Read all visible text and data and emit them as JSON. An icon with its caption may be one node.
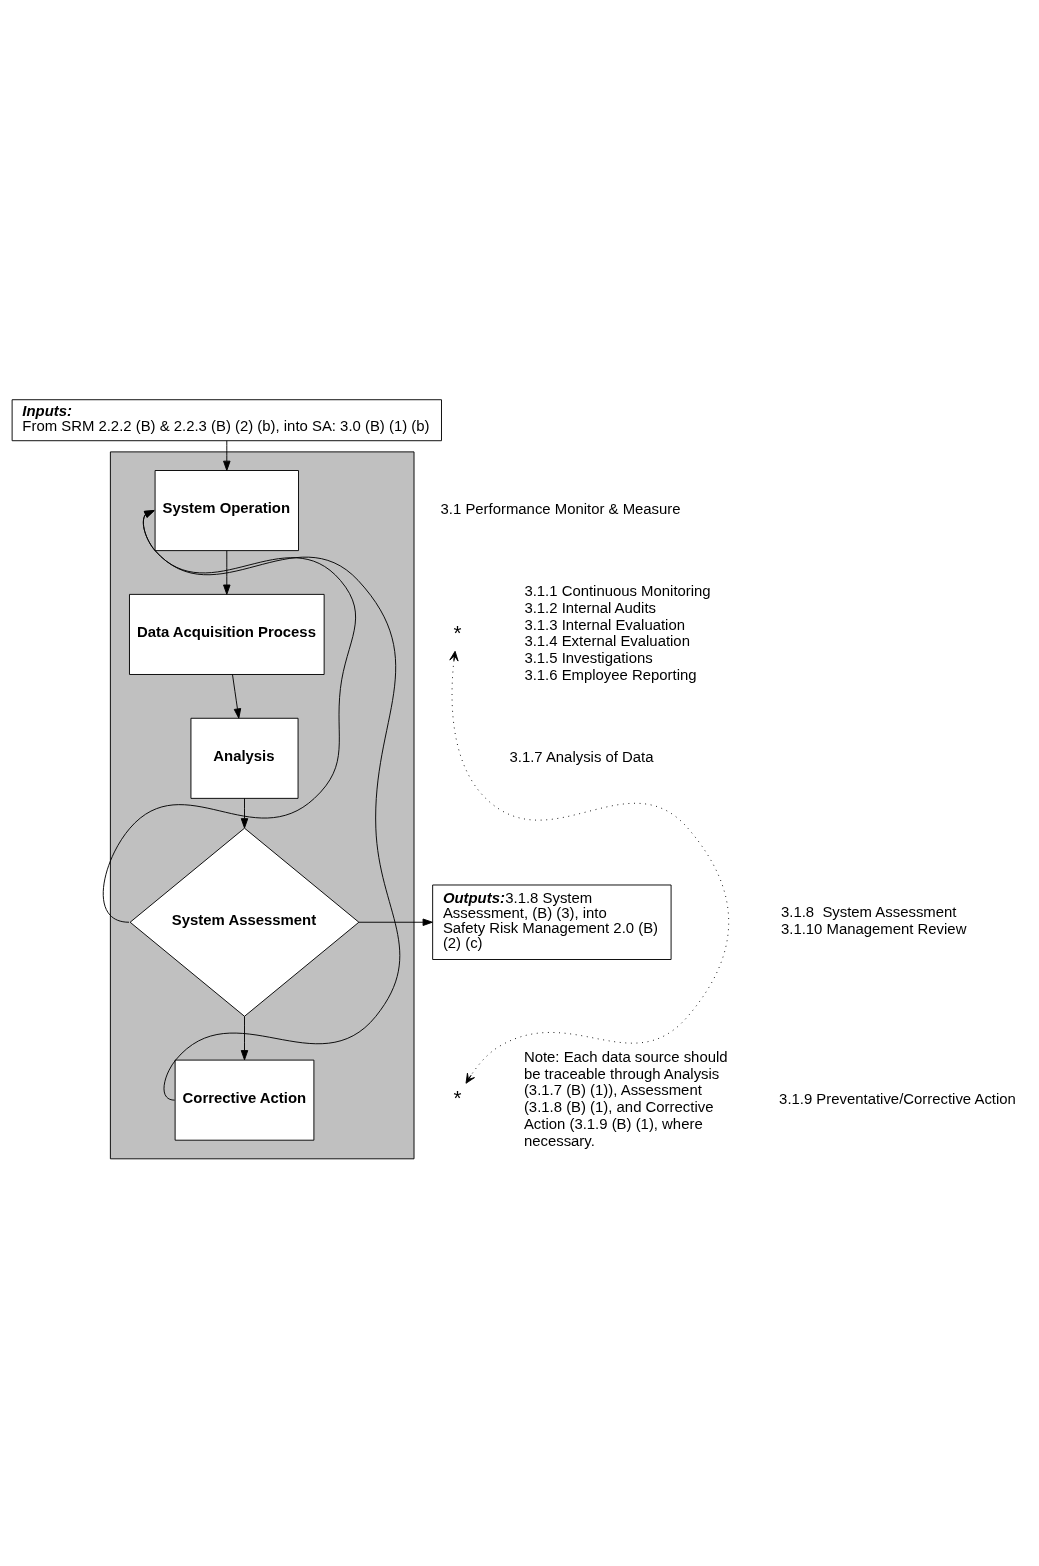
{
  "diagram": {
    "nodes": [
      {
        "text": [
          "Inputs:",
          "From SRM 2.2.2 (B) & 2.2.3 (B) (2) (b), into SA: 3.0 (B) (1) (b)"
        ]
      },
      {
        "text": [],
        "shape": "box"
      },
      {
        "text": [
          "System Operation"
        ],
        "in": 1
      },
      {
        "text": [
          "Data Acquisition Process"
        ],
        "in": 1
      },
      {
        "text": [
          "Analysis"
        ],
        "in": 1
      },
      {
        "text": [
          "System Assessment"
        ],
        "in": 1
      },
      {
        "text": [
          "Corrective Action"
        ],
        "in": 1
      },
      {
        "text": [
          "Outputs:",
          "3.1.8 System Assessment, (B) (3), into Safety Risk Management 2.0 (B) (2) (c)"
        ]
      },
      {
        "text": [
          "*"
        ]
      },
      {
        "text": [
          "*"
        ]
      }
    ],
    "edges": [
      {
        "from": 0,
        "to": 2,
        "arrow": "to"
      },
      {
        "from": 2,
        "to": 3,
        "arrow": "to"
      },
      {
        "from": 3,
        "to": 4,
        "arrow": "to"
      },
      {
        "from": 4,
        "to": 5,
        "arrow": "to"
      },
      {
        "from": 5,
        "to": 6,
        "arrow": "to"
      },
      {
        "from": 5,
        "to": 7,
        "arrow": "to"
      },
      {
        "from": 5,
        "to": 2,
        "arrow": "to"
      },
      {
        "from": 6,
        "to": 2,
        "arrow": "to"
      },
      {
        "from": 8,
        "to": 9,
        "arrow": "both",
        "style": "dashed"
      }
    ],
    "labels": [
      "3.1 Performance Monitor & Measure",
      "3.1.1 Continuous Monitoring",
      "3.1.2 Internal Audits",
      "3.1.3 Internal Evaluation",
      "3.1.4 External Evaluation",
      "3.1.5 Investigations",
      "3.1.6 Employee Reporting",
      "3.1.7 Analysis of Data",
      "3.1.8  System Assessment",
      "3.1.10 Management Review",
      "3.1.9 Preventative/Corrective Action",
      "Note: Each data source should be traceable through Analysis (3.1.7 (B) (1)), Assessment (3.1.8 (B) (1), and Corrective Action (3.1.9 (B) (1), where necessary."
    ]
  }
}
